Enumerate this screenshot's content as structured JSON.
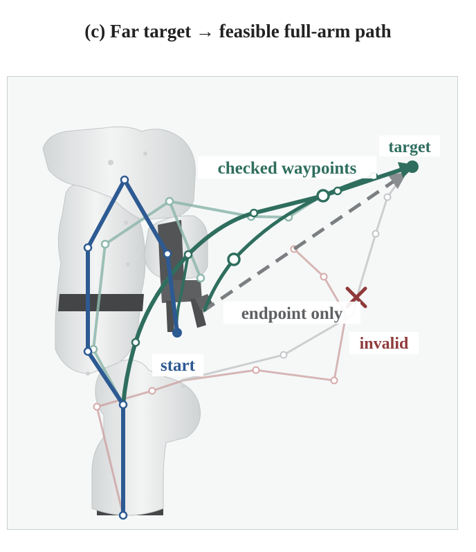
{
  "title": "(c) Far target → feasible full-arm path",
  "labels": {
    "target": "target",
    "checked_waypoints": "checked waypoints",
    "endpoint_only": "endpoint only",
    "invalid": "invalid",
    "start": "start"
  },
  "colors": {
    "green": "#2f6e5e",
    "blue": "#2d5a92",
    "gray": "#6b6e70",
    "red": "#8f3a3a",
    "panel_bg": "#f6f8f8"
  }
}
